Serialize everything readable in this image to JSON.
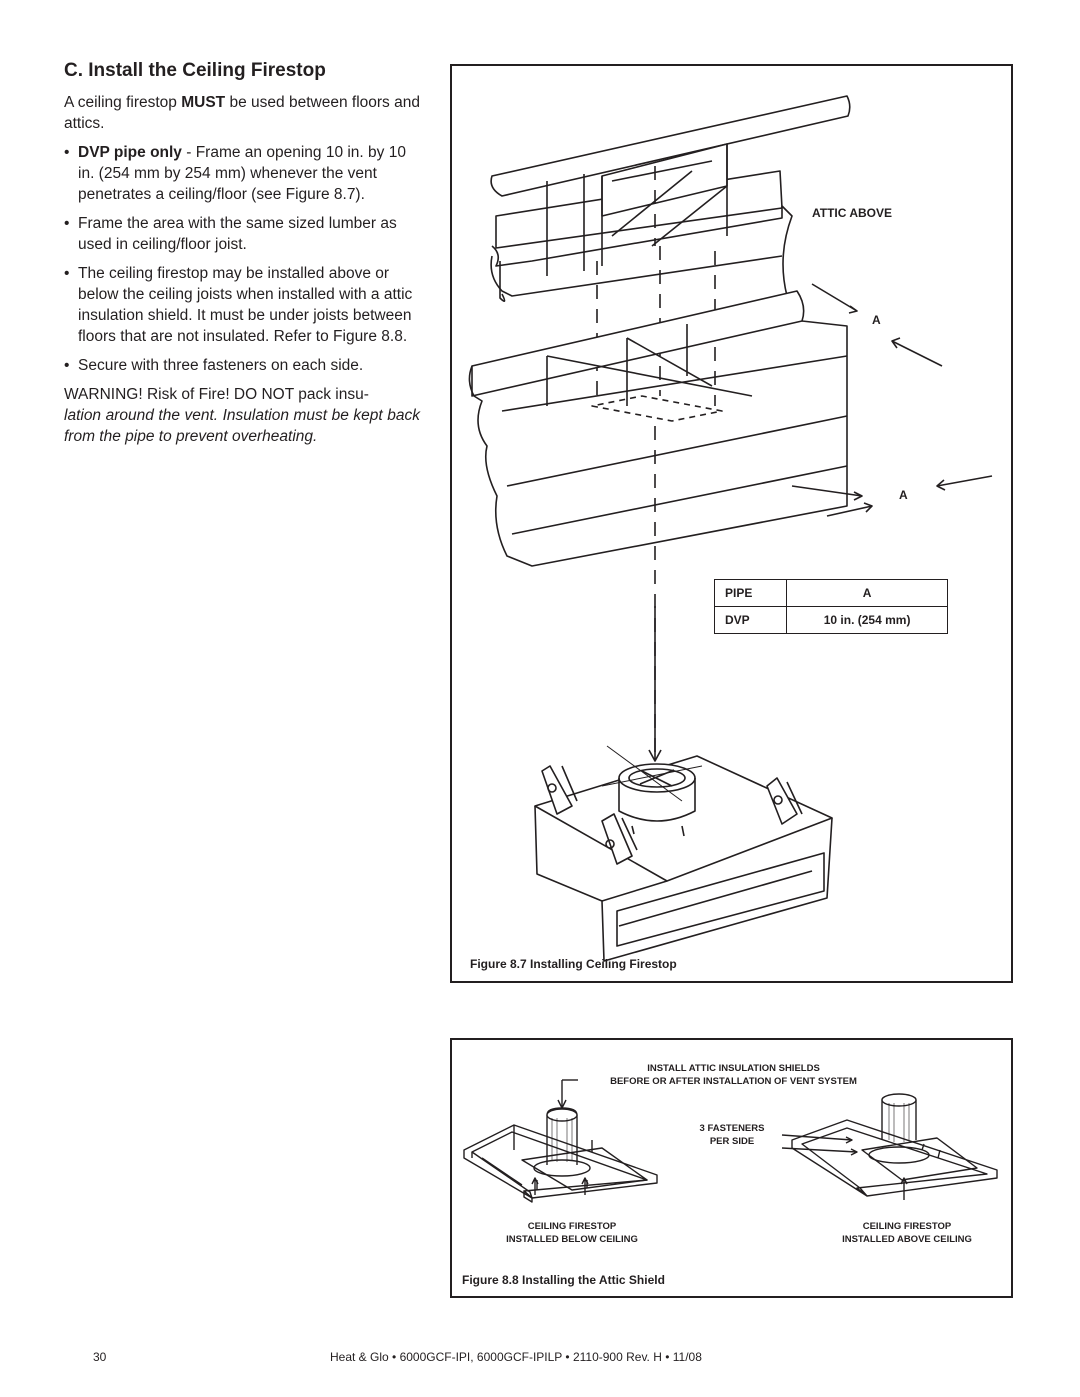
{
  "heading": "C.  Install the Ceiling Firestop",
  "intro": {
    "pre": "A ceiling firestop ",
    "bold": "MUST",
    "post": " be used between floors and attics."
  },
  "bullets": {
    "b1_bold": "DVP pipe only",
    "b1_text": " - Frame an opening 10 in. by 10 in. (254 mm by 254 mm) whenever the vent penetrates a ceiling/floor (see Figure 8.7).",
    "b2": "Frame the area with the same sized lumber as used in ceiling/floor joist.",
    "b3": "The ceiling firestop may be installed above or below the ceiling joists when installed with a attic insulation shield. It must be under joists between floors that are not insulated.  Refer to Figure 8.8.",
    "b4": "Secure with three fasteners on each side."
  },
  "warning": {
    "normal": "WARNING! Risk of Fire! DO NOT pack insu-",
    "italic": "lation around the vent. Insulation must be kept back from the pipe to prevent overheating."
  },
  "figure7": {
    "attic_label": "ATTIC ABOVE",
    "dim_label_1": "A",
    "dim_label_2": "A",
    "table": {
      "h1": "PIPE",
      "h2": "A",
      "r1": "DVP",
      "r2": "10 in. (254 mm)"
    },
    "caption": "Figure 8.7  Installing Ceiling Firestop"
  },
  "figure8": {
    "label_top_1": "INSTALL ATTIC INSULATION SHIELDS",
    "label_top_2": "BEFORE OR AFTER INSTALLATION OF VENT SYSTEM",
    "fasteners_1": "3 FASTENERS",
    "fasteners_2": "PER SIDE",
    "left_1": "CEILING FIRESTOP",
    "left_2": "INSTALLED BELOW CEILING",
    "right_1": "CEILING FIRESTOP",
    "right_2": "INSTALLED ABOVE CEILING",
    "caption": "Figure 8.8  Installing the Attic Shield"
  },
  "footer": {
    "page_number": "30",
    "text": "Heat & Glo  •  6000GCF-IPI, 6000GCF-IPILP  •  2110-900  Rev. H  •  11/08"
  }
}
